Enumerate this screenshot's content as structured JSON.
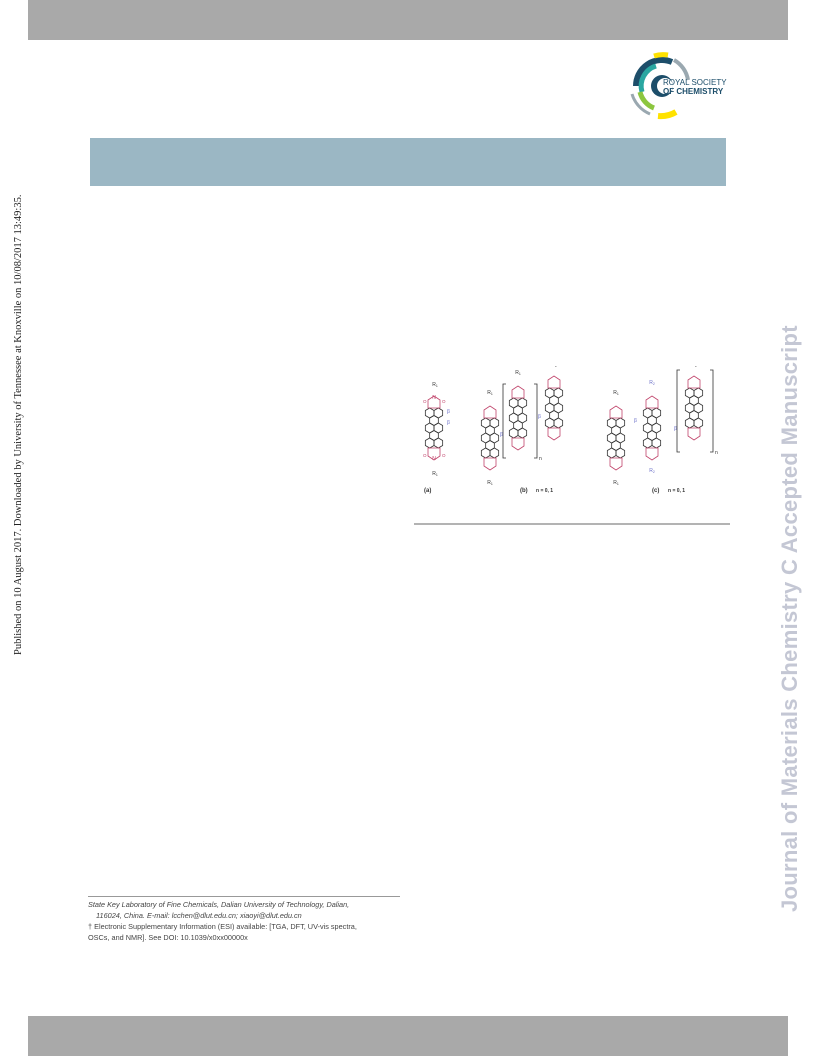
{
  "side_text_left": "Published on 10 August 2017. Downloaded by University of Tennessee at Knoxville on 10/08/2017 13:49:35.",
  "side_text_right": "Journal of Materials Chemistry C Accepted Manuscript",
  "logo": {
    "line1": "ROYAL SOCIETY",
    "line2": "OF CHEMISTRY",
    "colors": [
      "#1d4e6a",
      "#2aa7a1",
      "#8cc63f",
      "#ffe200",
      "#9aa8b0"
    ]
  },
  "figure": {
    "panels": [
      "(a)",
      "(b)",
      "(c)"
    ],
    "n_label": "n = 0, 1",
    "n_symbol": "n",
    "atom_N": "N",
    "atom_O": "O",
    "r1": "R",
    "r1_sub": "1",
    "r2_sub": "2",
    "beta": "β",
    "colors": {
      "imide": "#c0446b",
      "core": "#333333",
      "blue": "#6a6fc8"
    }
  },
  "footnotes": {
    "affiliation_line1": "State Key Laboratory of Fine Chemicals, Dalian University of Technology, Dalian,",
    "affiliation_line2": "116024, China. E-mail: lcchen@dlut.edu.cn; xiaoyi@dlut.edu.cn",
    "esi_line1": "† Electronic Supplementary Information (ESI) available: [TGA, DFT, UV-vis spectra,",
    "esi_line2": "OSCs, and NMR]. See DOI: 10.1039/x0xx00000x"
  }
}
